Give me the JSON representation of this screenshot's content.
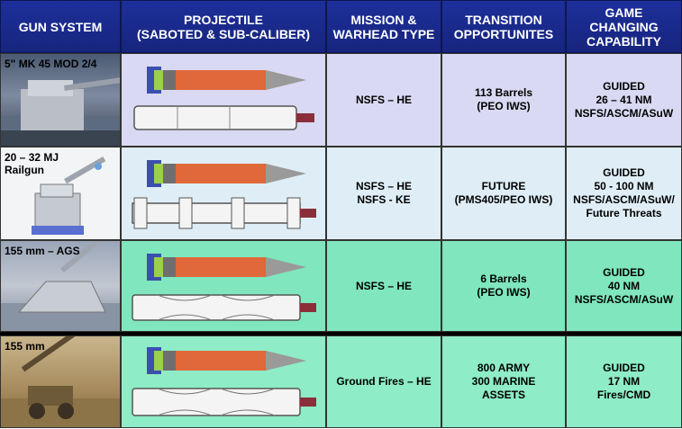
{
  "header": {
    "gun_system": "GUN SYSTEM",
    "projectile": "PROJECTILE\n(SABOTED & SUB-CALIBER)",
    "mission": "MISSION &\nWARHEAD TYPE",
    "transition": "TRANSITION\nOPPORTUNITES",
    "capability": "GAME\nCHANGING\nCAPABILITY"
  },
  "rows": [
    {
      "gun": "5\" MK 45 MOD 2/4",
      "mission": "NSFS – HE",
      "transition": "113 Barrels\n(PEO IWS)",
      "capability": "GUIDED\n26 – 41 NM\nNSFS/ASCM/ASuW"
    },
    {
      "gun": "20 – 32 MJ\nRailgun",
      "mission": "NSFS – HE\nNSFS - KE",
      "transition": "FUTURE\n(PMS405/PEO IWS)",
      "capability": "GUIDED\n50 - 100 NM\nNSFS/ASCM/ASuW/\nFuture Threats"
    },
    {
      "gun": "155 mm – AGS",
      "mission": "NSFS – HE",
      "transition": "6 Barrels\n(PEO IWS)",
      "capability": "GUIDED\n40 NM\nNSFS/ASCM/ASuW"
    },
    {
      "gun": "155 mm",
      "mission": "Ground Fires – HE",
      "transition": "800 ARMY\n300 MARINE\nASSETS",
      "capability": "GUIDED\n17 NM\nFires/CMD"
    }
  ],
  "colors": {
    "header_bg": "#1a2a8c",
    "row_lavender": "#d9d9f3",
    "row_lightblue": "#dfeef6",
    "row_green": "#7fe6bd",
    "row_green_light": "#8eecc6"
  }
}
